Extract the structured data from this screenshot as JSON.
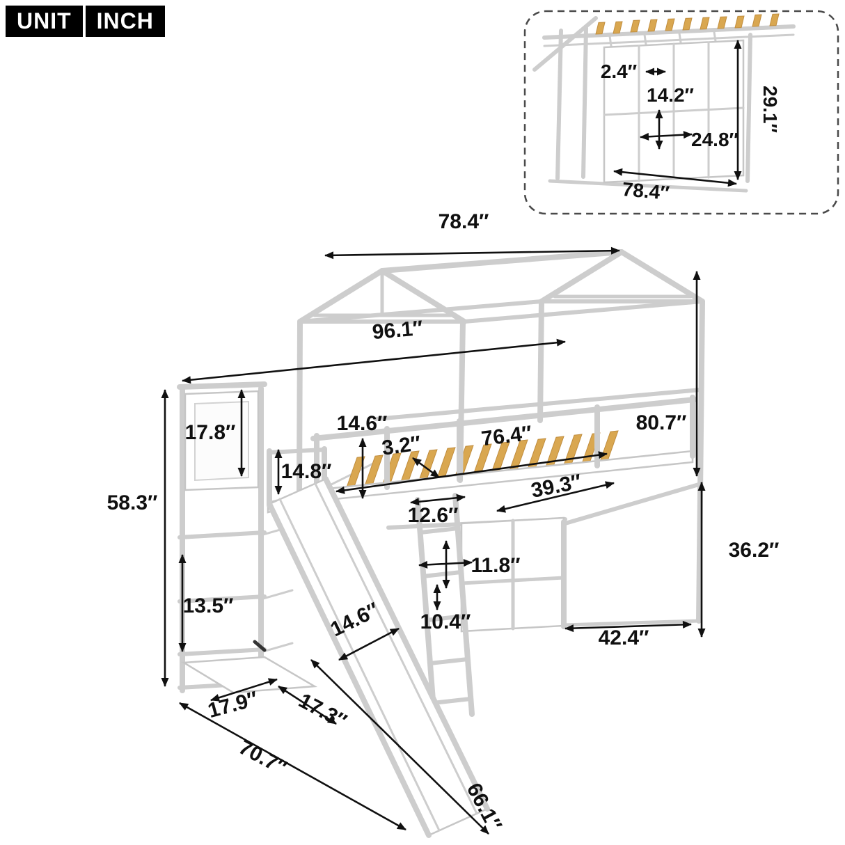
{
  "unit_badge": {
    "unit": "UNIT",
    "inch": "INCH"
  },
  "inset": {
    "slat_thickness": "2.4″",
    "pocket_height": "14.2″",
    "pocket_width": "24.8″",
    "storage_height": "29.1″",
    "storage_width": "78.4″"
  },
  "dims": {
    "top_width": "78.4″",
    "overall_width": "96.1″",
    "headboard_height": "17.8″",
    "total_height": "58.3″",
    "entry_rail_height": "14.8″",
    "guardrail_height": "14.6″",
    "slat_width": "3.2″",
    "bed_length": "76.4″",
    "frame_height": "80.7″",
    "bed_width": "39.3″",
    "ladder_width": "12.6″",
    "cubby_size": "11.8″",
    "shelf_gap_center": "10.4″",
    "shelf_gap_left": "13.5″",
    "underbed_clearance": "36.2″",
    "side_depth": "42.4″",
    "slide_width": "14.6″",
    "base_depth": "17.9″",
    "base_width": "17.3″",
    "footprint_depth": "70.7″",
    "slide_length": "66.1″"
  },
  "colors": {
    "frame_line": "#cdcdcd",
    "slat_wood": "#d9a750",
    "dimension": "#101010",
    "badge_bg": "#000000",
    "badge_text": "#ffffff"
  }
}
